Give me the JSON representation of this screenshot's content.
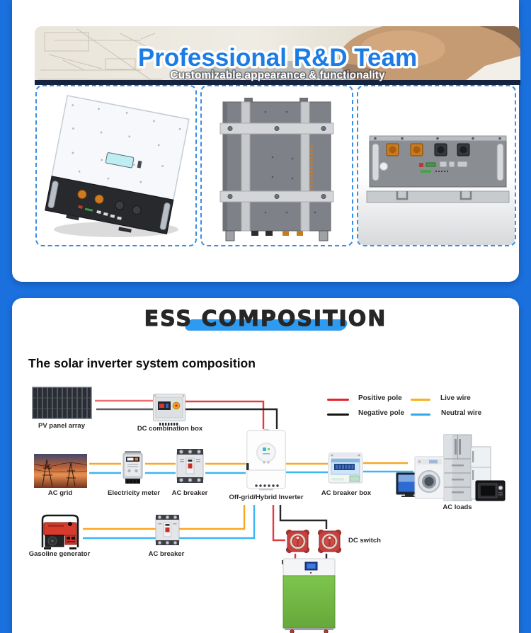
{
  "banner": {
    "title": "Professional R&D Team",
    "subtitle": "Customizable appearance & functionality",
    "title_color": "#1b7ce6"
  },
  "gallery": {
    "items": [
      {
        "name": "inverter-3d-render"
      },
      {
        "name": "cabinet-top-view-render"
      },
      {
        "name": "rack-battery-module-render"
      }
    ]
  },
  "ess": {
    "heading": "ESS COMPOSITION",
    "subheading": "The solar inverter system composition",
    "highlight_color": "#2e9bf0",
    "legend": {
      "positive": {
        "label": "Positive pole",
        "color": "#e8222b"
      },
      "live": {
        "label": "Live wire",
        "color": "#f6b31b"
      },
      "negative": {
        "label": "Negative pole",
        "color": "#141414"
      },
      "neutral": {
        "label": "Neutral wire",
        "color": "#31a8e8"
      }
    },
    "labels": {
      "pv": "PV panel array",
      "dc_box": "DC combination box",
      "ac_grid": "AC grid",
      "meter": "Electricity meter",
      "breaker_grid": "AC breaker",
      "inverter": "Off-grid/Hybrid Inverter",
      "breaker_box": "AC breaker box",
      "loads": "AC loads",
      "generator": "Gasoline generator",
      "breaker_gen": "AC breaker",
      "dc_switch": "DC switch"
    }
  },
  "colors": {
    "page_blue": "#1a70dd",
    "wire_orange": "#f7a823",
    "wire_neutral_blue": "#3db5f2",
    "wire_red": "#e23b41",
    "battery_green": "#76bd45"
  }
}
